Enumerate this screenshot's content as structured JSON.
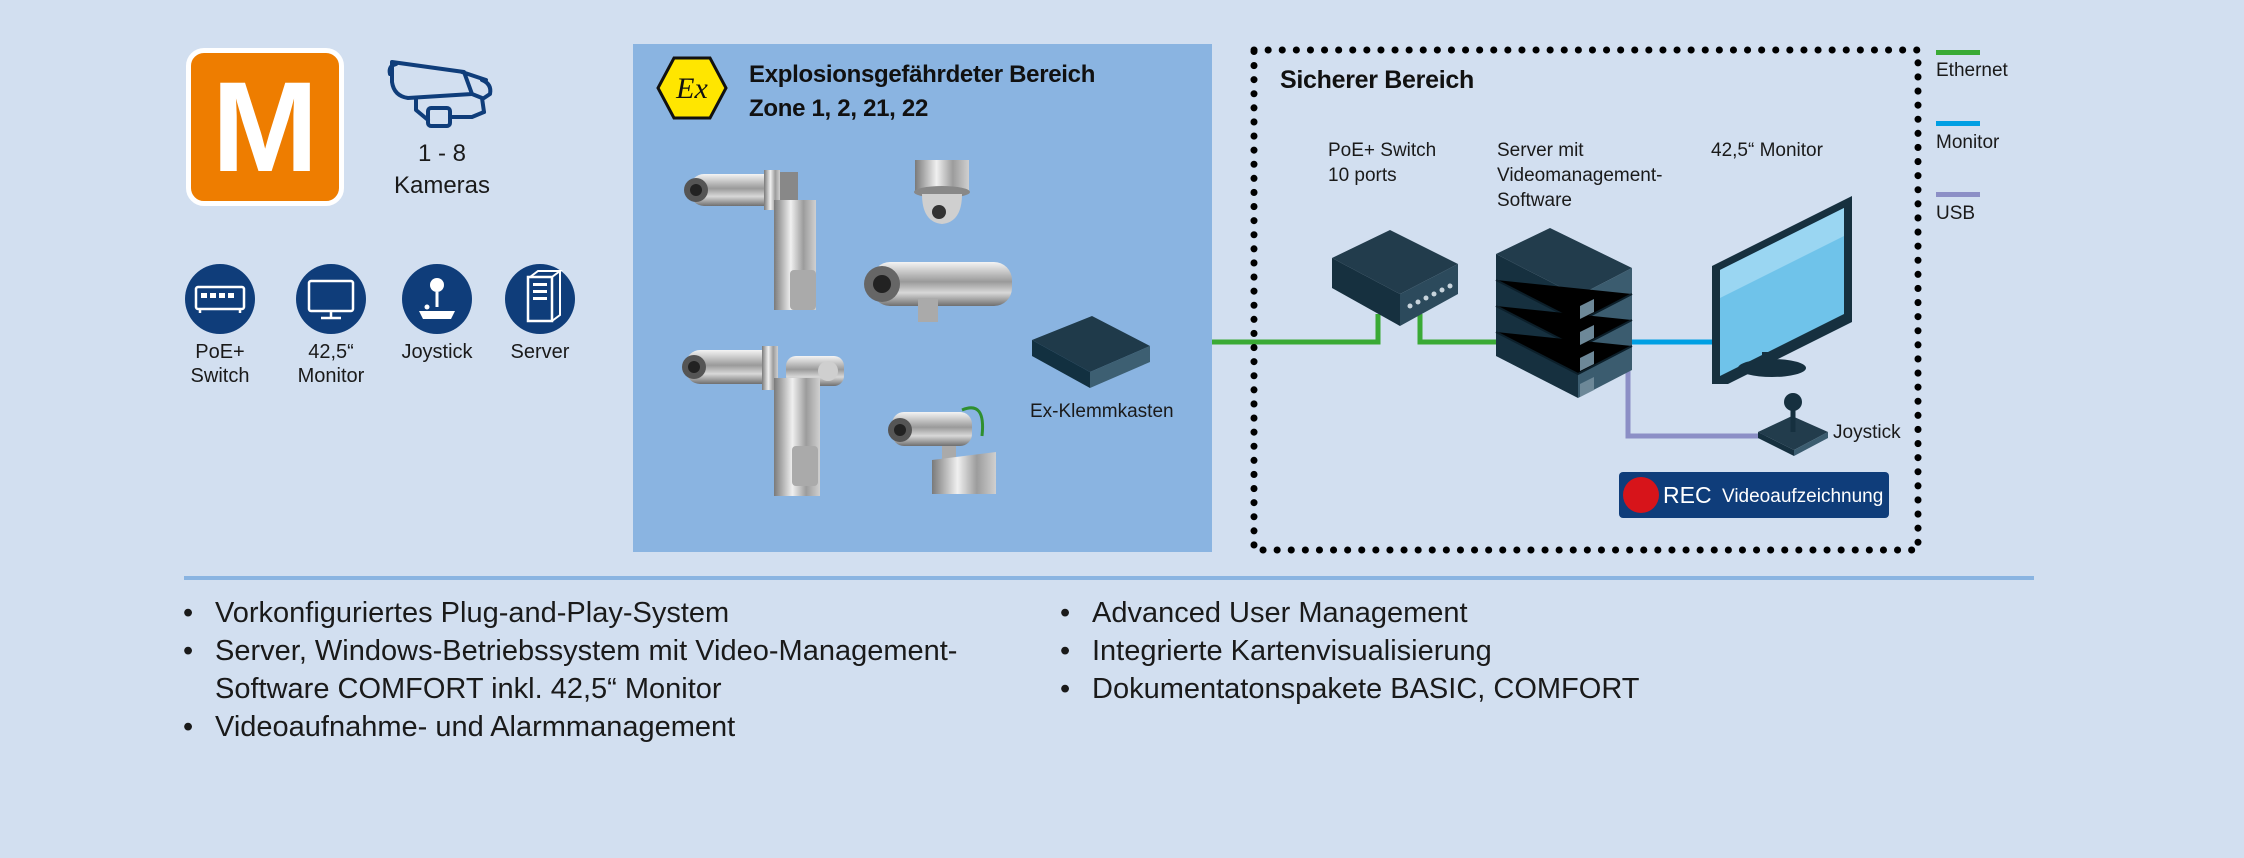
{
  "badge": {
    "letter": "M",
    "color": "#ee7d00"
  },
  "cameras": {
    "count": "1 - 8",
    "label": "Kameras"
  },
  "legend_icons": [
    {
      "icon": "switch-icon",
      "label_line1": "PoE+",
      "label_line2": "Switch"
    },
    {
      "icon": "monitor-icon",
      "label_line1": "42,5“",
      "label_line2": "Monitor"
    },
    {
      "icon": "joystick-icon",
      "label_line1": "Joystick",
      "label_line2": ""
    },
    {
      "icon": "server-icon",
      "label_line1": "Server",
      "label_line2": ""
    }
  ],
  "ex_area": {
    "title_line1": "Explosionsgefährdeter Bereich",
    "title_line2": "Zone 1, 2, 21, 22",
    "ex_symbol": "Ex",
    "terminal_box_label": "Ex-Klemmkasten",
    "background_color": "#8ab4e1"
  },
  "safe_area": {
    "title": "Sicherer Bereich",
    "switch_label_line1": "PoE+ Switch",
    "switch_label_line2": "10 ports",
    "server_label_line1": "Server mit",
    "server_label_line2": "Videomanagement-",
    "server_label_line3": "Software",
    "monitor_label": "42,5“ Monitor",
    "joystick_label": "Joystick",
    "rec_label": "REC",
    "rec_sublabel": "Videoaufzeichnung"
  },
  "line_legend": [
    {
      "label": "Ethernet",
      "color": "#3aaa35"
    },
    {
      "label": "Monitor",
      "color": "#009fe3"
    },
    {
      "label": "USB",
      "color": "#8c8fc6"
    }
  ],
  "features_left": [
    "Vorkonfiguriertes Plug-and-Play-System",
    "Server, Windows-Betriebssystem mit Video-Management-",
    "Software COMFORT inkl. 42,5“ Monitor",
    "Videoaufnahme- und Alarmmanagement"
  ],
  "features_right": [
    "Advanced User Management",
    "Integrierte Kartenvisualisierung",
    "Dokumentatonspakete BASIC, COMFORT"
  ]
}
